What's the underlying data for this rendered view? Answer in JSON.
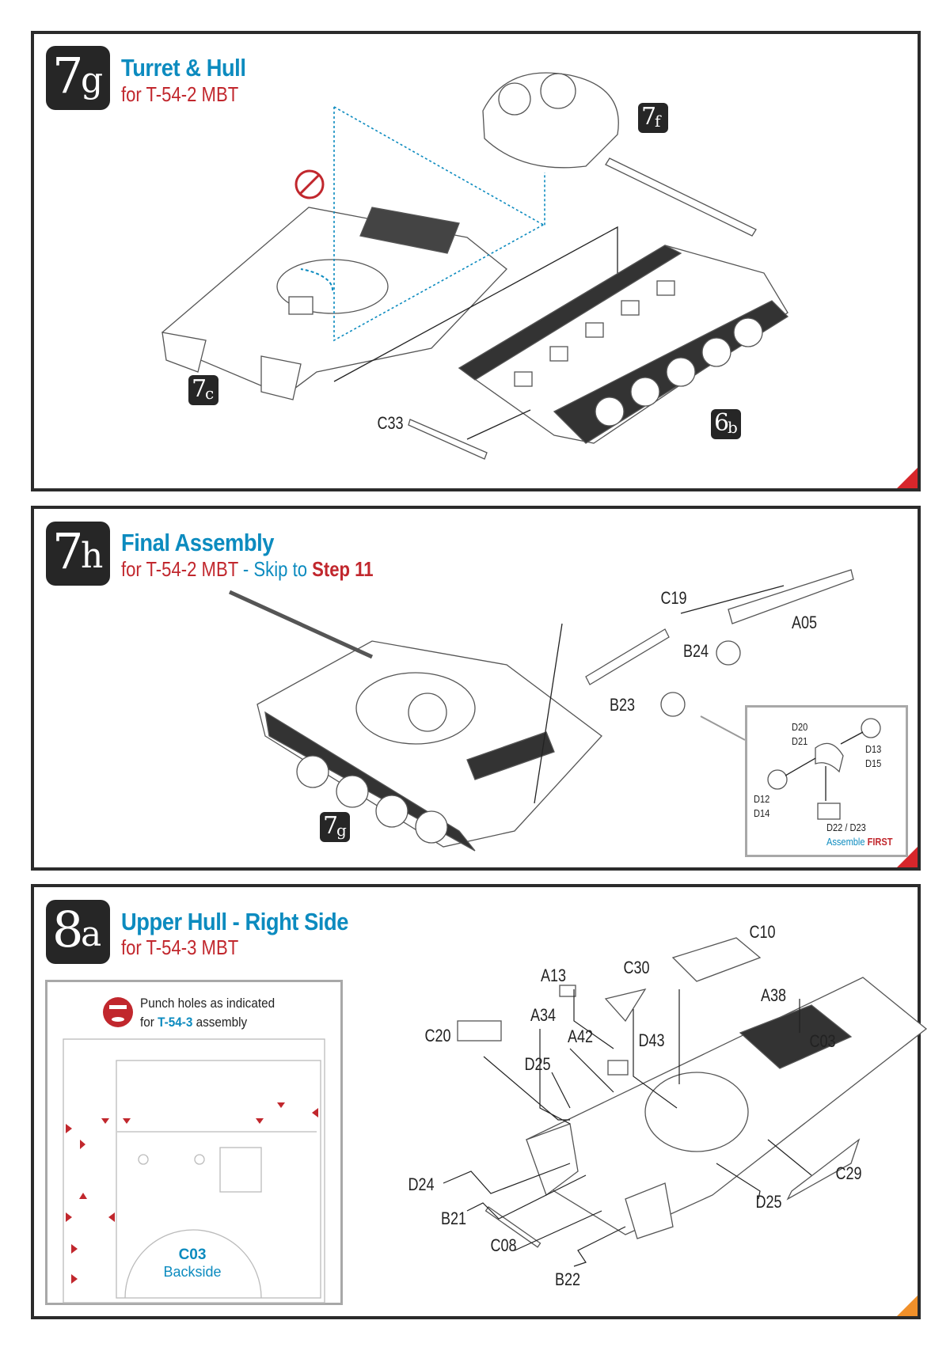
{
  "steps": [
    {
      "badge": {
        "number": "7",
        "letter": "g"
      },
      "title": "Turret & Hull",
      "subtitle": "for T-54-2 MBT",
      "refs": [
        {
          "number": "7",
          "letter": "f"
        },
        {
          "number": "7",
          "letter": "c"
        },
        {
          "number": "6",
          "letter": "b"
        }
      ],
      "parts": [
        "C33"
      ],
      "icons": [
        "no-glue-icon"
      ]
    },
    {
      "badge": {
        "number": "7",
        "letter": "h"
      },
      "title": "Final Assembly",
      "subtitle": {
        "prefix": "for T-54-2 MBT",
        "skip": " - Skip to ",
        "step": "Step 11"
      },
      "refs": [
        {
          "number": "7",
          "letter": "g"
        }
      ],
      "parts": [
        "C19",
        "A05",
        "B24",
        "B23"
      ],
      "inset": {
        "parts": [
          "D20",
          "D21",
          "D13",
          "D15",
          "D12",
          "D14",
          "D22 / D23"
        ],
        "note": {
          "prefix": "Assemble",
          "emphasis": "FIRST"
        }
      }
    },
    {
      "badge": {
        "number": "8",
        "letter": "a"
      },
      "title": "Upper Hull - Right Side",
      "subtitle": "for T-54-3 MBT",
      "punch": {
        "line1": "Punch holes as indicated",
        "line2_prefix": "for ",
        "line2_model": "T-54-3",
        "line2_suffix": " assembly"
      },
      "backside": {
        "part": "C03",
        "label": "Backside"
      },
      "parts": [
        "C10",
        "C30",
        "A13",
        "A38",
        "A34",
        "C20",
        "A42",
        "D43",
        "C03",
        "D25",
        "D24",
        "C29",
        "D25",
        "B21",
        "C08",
        "B22"
      ]
    }
  ],
  "colors": {
    "accent_blue": "#0c8bbf",
    "accent_red": "#c1272d",
    "corner_orange": "#f0902a"
  }
}
